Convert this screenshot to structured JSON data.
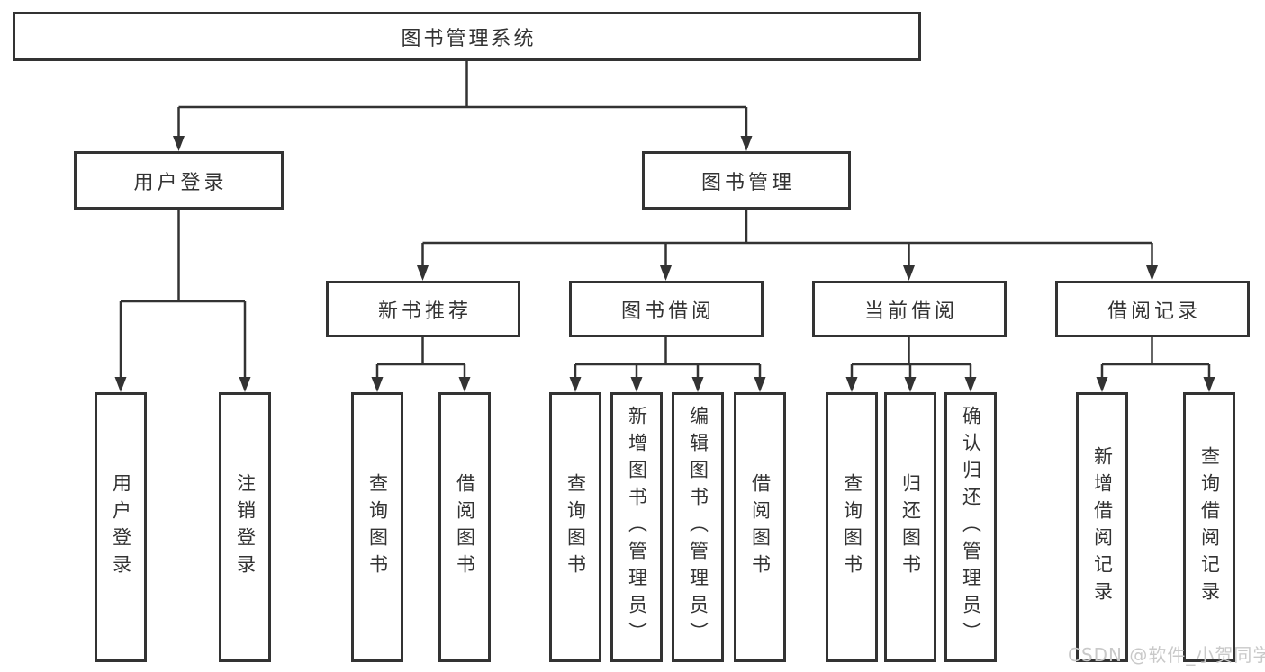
{
  "diagram_title": "图书管理系统",
  "colors": {
    "line": "#333333",
    "border": "#333333",
    "text": "#333333",
    "background": "#ffffff",
    "watermark_text": "#c9c9c9"
  },
  "watermark": {
    "text": "CSDN @软件_小贺同学"
  },
  "tree": {
    "label": "图书管理系统",
    "children": [
      {
        "label": "用户登录",
        "children": [
          {
            "label": "用户登录"
          },
          {
            "label": "注销登录"
          }
        ]
      },
      {
        "label": "图书管理",
        "children": [
          {
            "label": "新书推荐",
            "children": [
              {
                "label": "查询图书"
              },
              {
                "label": "借阅图书"
              }
            ]
          },
          {
            "label": "图书借阅",
            "children": [
              {
                "label": "查询图书"
              },
              {
                "label": "新增图书（管理员）"
              },
              {
                "label": "编辑图书（管理员）"
              },
              {
                "label": "借阅图书"
              }
            ]
          },
          {
            "label": "当前借阅",
            "children": [
              {
                "label": "查询图书"
              },
              {
                "label": "归还图书"
              },
              {
                "label": "确认归还（管理员）"
              }
            ]
          },
          {
            "label": "借阅记录",
            "children": [
              {
                "label": "新增借阅记录"
              },
              {
                "label": "查询借阅记录"
              }
            ]
          }
        ]
      }
    ]
  }
}
